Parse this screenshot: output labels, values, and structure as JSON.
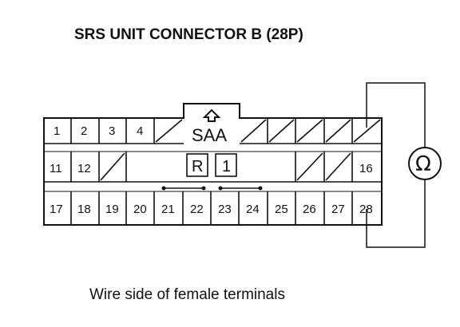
{
  "title": "SRS UNIT CONNECTOR B (28P)",
  "caption": "Wire side of female terminals",
  "saa_label": "SAA",
  "markers": {
    "r": "R",
    "one": "1"
  },
  "meter_symbol": "Ω",
  "pins": {
    "row1": [
      "1",
      "2",
      "3",
      "4"
    ],
    "row2_left": [
      "11",
      "12"
    ],
    "row2_right": "16",
    "row3": [
      "17",
      "18",
      "19",
      "20",
      "21",
      "22",
      "23",
      "24",
      "25",
      "26",
      "27",
      "28"
    ]
  },
  "icons": {
    "latch": "up-arrow-icon",
    "meter": "ohmmeter-icon"
  }
}
